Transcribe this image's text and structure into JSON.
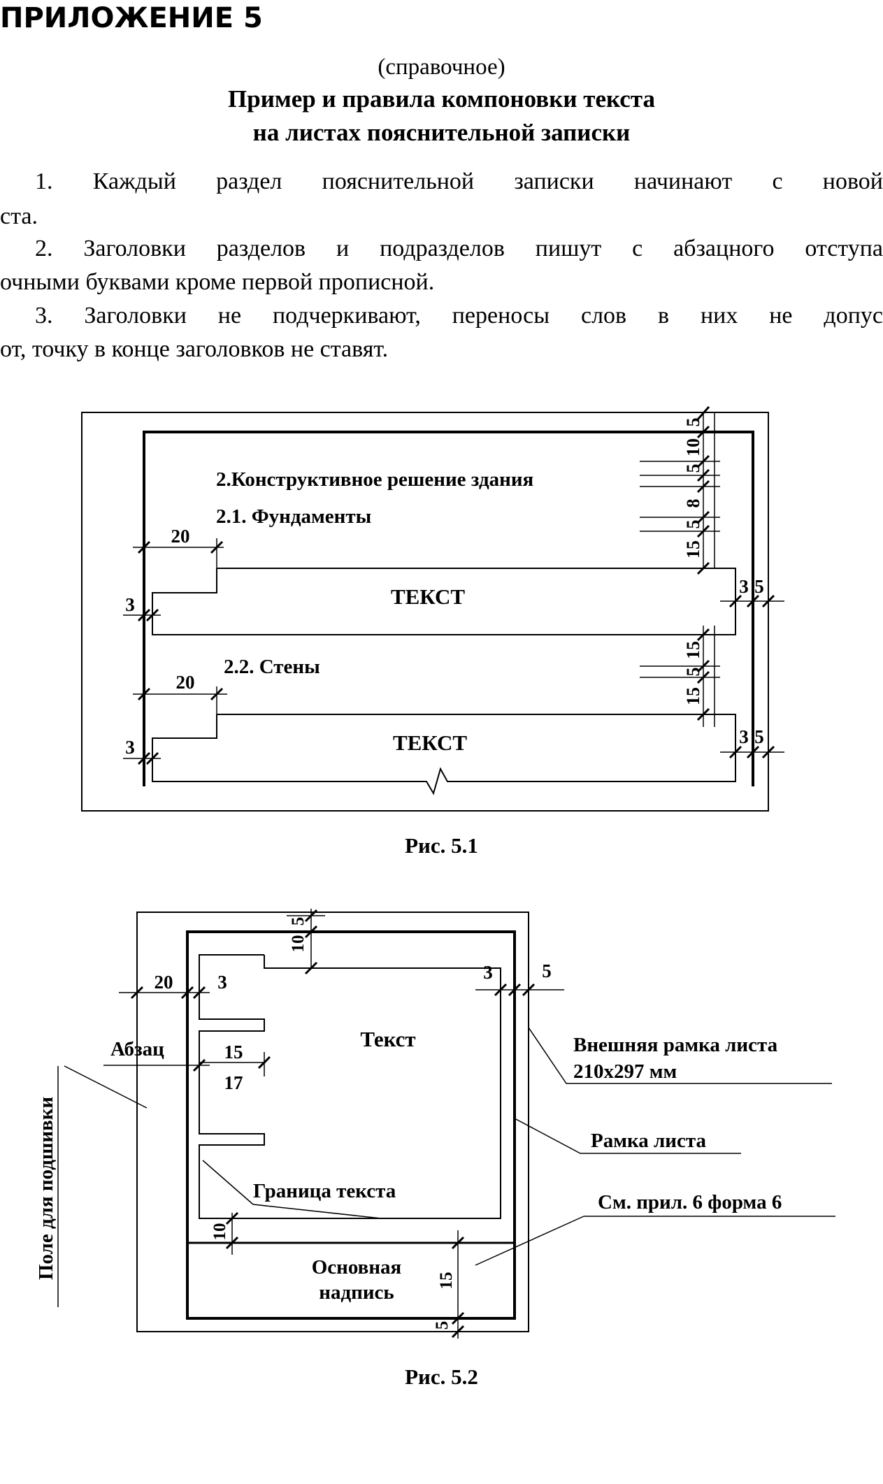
{
  "header": {
    "appendix": "ПРИЛОЖЕНИЕ 5",
    "note": "(справочное)",
    "title_line1": "Пример и правила компоновки текста",
    "title_line2": "на листах пояснительной записки"
  },
  "rules": {
    "r1_a": "1. Каждый раздел пояснительной записки начинают с новой",
    "r1_b": "ста.",
    "r2_a": "2. Заголовки разделов и подразделов пишут с абзацного отступа",
    "r2_b": "очными буквами кроме первой прописной.",
    "r3_a": "3. Заголовки не подчеркивают, переносы слов в них не допус",
    "r3_b": "от, точку в конце заголовков не ставят."
  },
  "fig1": {
    "heading_section": "2.Конструктивное решение здания",
    "heading_sub1": "2.1. Фундаменты",
    "heading_sub2": "2.2. Стены",
    "text_block": "ТЕКСТ",
    "dims": {
      "top_margin": "5",
      "above_section": "10",
      "below_section": "5",
      "between_headings": "8",
      "below_sub1": "5",
      "before_text1": "15",
      "after_text1": "15",
      "below_sub2": "5",
      "before_text2": "15",
      "indent": "20",
      "text_left": "3",
      "text_right": "3",
      "frame_right": "5"
    },
    "caption": "Рис. 5.1"
  },
  "fig2": {
    "text_label": "Текст",
    "paragraph": "Абзац",
    "outer_frame_line1": "Внешняя рамка листа",
    "outer_frame_line2": "210x297 мм",
    "sheet_frame": "Рамка листа",
    "text_border": "Граница текста",
    "see_appendix": "См. прил. 6 форма 6",
    "title_block_line1": "Основная",
    "title_block_line2": "надпись",
    "binding_field": "Поле для подшивки",
    "dims": {
      "top_outer": "5",
      "top_inner": "10",
      "binding": "20",
      "left_text": "3",
      "right_text": "3",
      "right_frame": "5",
      "indent_a": "15",
      "indent_b": "17",
      "bottom_text": "10",
      "block_height": "15",
      "bottom_frame": "5"
    },
    "caption": "Рис. 5.2"
  }
}
